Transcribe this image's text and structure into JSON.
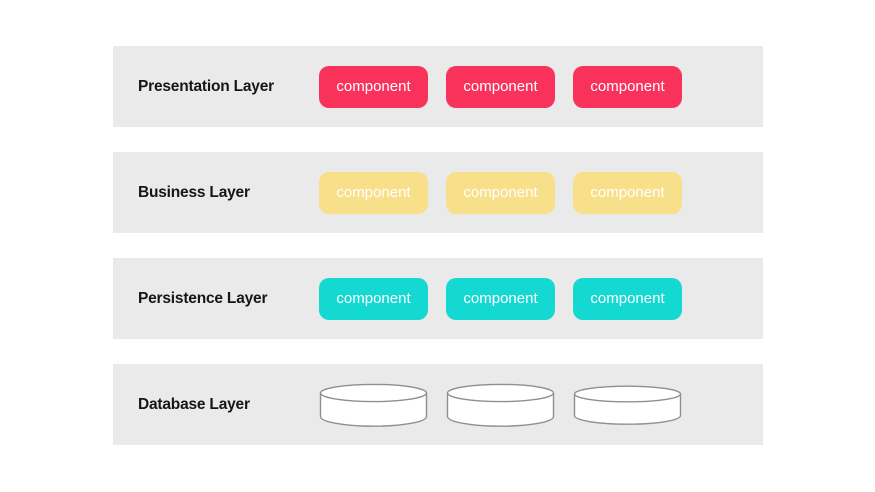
{
  "diagram": {
    "colors": {
      "page_background": "#FFFFFF",
      "band_background": "#EAEAEA",
      "label_text": "#161616",
      "component_text": "#FFFFFF",
      "presentation_fill": "#F9325C",
      "business_fill": "#F8DF8A",
      "persistence_fill": "#14D8D2",
      "database_fill": "#FFFFFF",
      "database_stroke": "#8F8E96"
    },
    "layers": [
      {
        "label": "Presentation Layer",
        "item_type": "component-pill",
        "fill": "#F9325C",
        "text_color": "#FFFFFF",
        "components": [
          "component",
          "component",
          "component"
        ]
      },
      {
        "label": "Business Layer",
        "item_type": "component-pill",
        "fill": "#F8DF8A",
        "text_color": "#FFFFFF",
        "components": [
          "component",
          "component",
          "component"
        ]
      },
      {
        "label": "Persistence Layer",
        "item_type": "component-pill",
        "fill": "#14D8D2",
        "text_color": "#FFFFFF",
        "components": [
          "component",
          "component",
          "component"
        ]
      },
      {
        "label": "Database Layer",
        "item_type": "database-cylinder",
        "fill": "#FFFFFF",
        "stroke": "#8F8E96",
        "cylinder_count": 3
      }
    ]
  }
}
